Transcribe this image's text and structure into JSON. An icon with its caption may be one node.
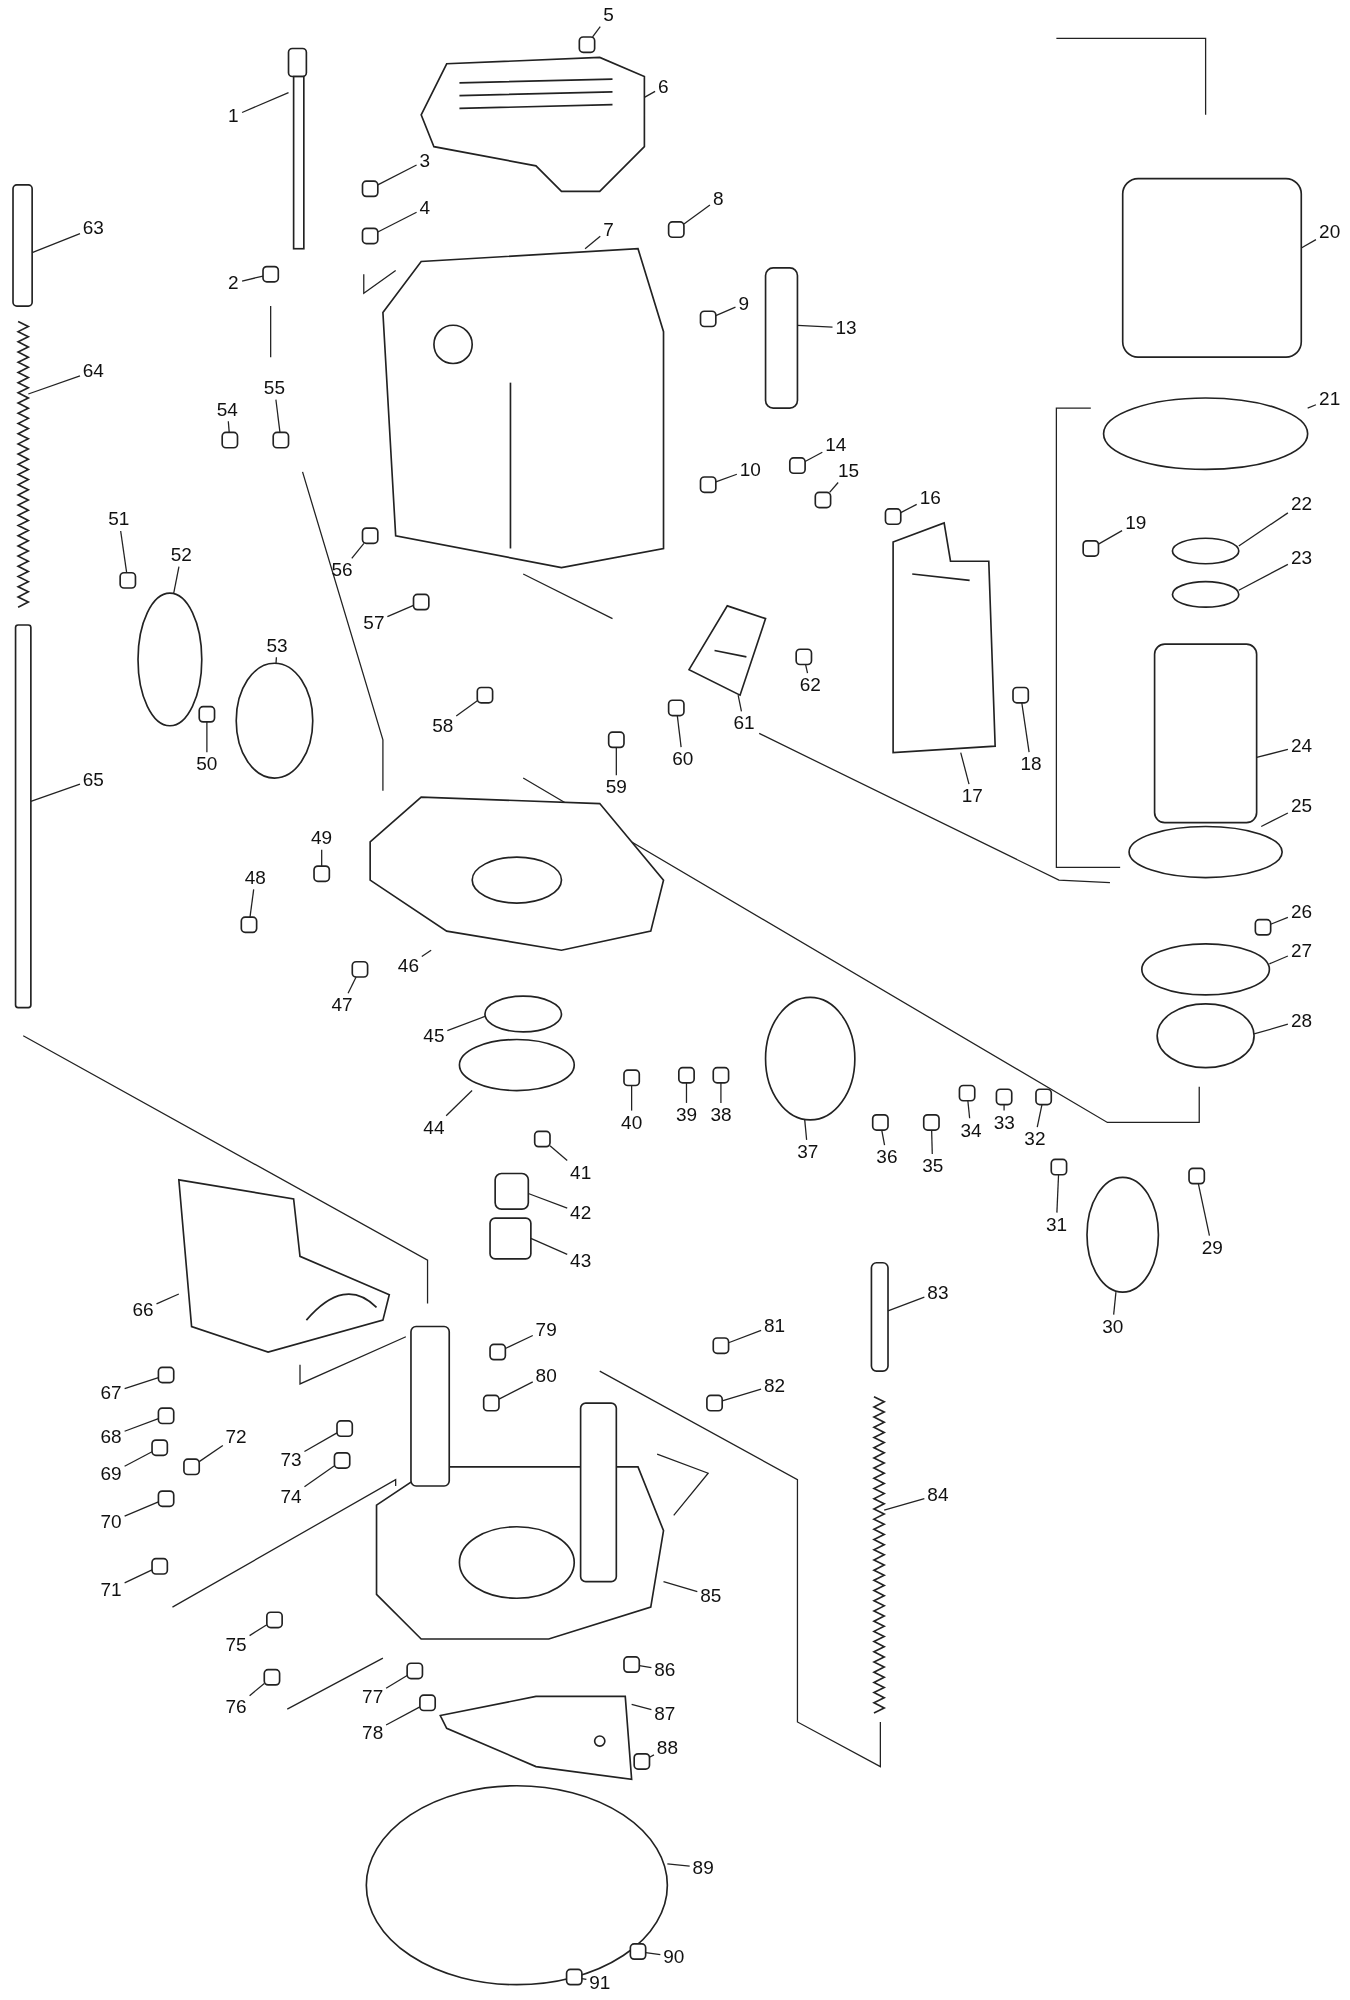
{
  "diagram": {
    "nodes": [
      {
        "text": [
          "1"
        ]
      },
      {
        "text": [
          "2"
        ]
      },
      {
        "text": [
          "3"
        ]
      },
      {
        "text": [
          "4"
        ]
      },
      {
        "text": [
          "5"
        ]
      },
      {
        "text": [
          "6"
        ]
      },
      {
        "text": [
          "7"
        ]
      },
      {
        "text": [
          "8"
        ]
      },
      {
        "text": [
          "9"
        ]
      },
      {
        "text": [
          "10"
        ]
      },
      {
        "text": [
          "13"
        ]
      },
      {
        "text": [
          "14"
        ]
      },
      {
        "text": [
          "15"
        ]
      },
      {
        "text": [
          "16"
        ]
      },
      {
        "text": [
          "17"
        ]
      },
      {
        "text": [
          "18"
        ]
      },
      {
        "text": [
          "19"
        ]
      },
      {
        "text": [
          "20"
        ]
      },
      {
        "text": [
          "21"
        ]
      },
      {
        "text": [
          "22"
        ]
      },
      {
        "text": [
          "23"
        ]
      },
      {
        "text": [
          "24"
        ]
      },
      {
        "text": [
          "25"
        ]
      },
      {
        "text": [
          "26"
        ]
      },
      {
        "text": [
          "27"
        ]
      },
      {
        "text": [
          "28"
        ]
      },
      {
        "text": [
          "29"
        ]
      },
      {
        "text": [
          "30"
        ]
      },
      {
        "text": [
          "31"
        ]
      },
      {
        "text": [
          "32"
        ]
      },
      {
        "text": [
          "33"
        ]
      },
      {
        "text": [
          "34"
        ]
      },
      {
        "text": [
          "35"
        ]
      },
      {
        "text": [
          "36"
        ]
      },
      {
        "text": [
          "37"
        ]
      },
      {
        "text": [
          "38"
        ]
      },
      {
        "text": [
          "39"
        ]
      },
      {
        "text": [
          "40"
        ]
      },
      {
        "text": [
          "41"
        ]
      },
      {
        "text": [
          "42"
        ]
      },
      {
        "text": [
          "43"
        ]
      },
      {
        "text": [
          "44"
        ]
      },
      {
        "text": [
          "45"
        ]
      },
      {
        "text": [
          "46"
        ]
      },
      {
        "text": [
          "47"
        ]
      },
      {
        "text": [
          "48"
        ]
      },
      {
        "text": [
          "49"
        ]
      },
      {
        "text": [
          "50"
        ]
      },
      {
        "text": [
          "51"
        ]
      },
      {
        "text": [
          "52"
        ]
      },
      {
        "text": [
          "53"
        ]
      },
      {
        "text": [
          "54"
        ]
      },
      {
        "text": [
          "55"
        ]
      },
      {
        "text": [
          "56"
        ]
      },
      {
        "text": [
          "57"
        ]
      },
      {
        "text": [
          "58"
        ]
      },
      {
        "text": [
          "59"
        ]
      },
      {
        "text": [
          "60"
        ]
      },
      {
        "text": [
          "61"
        ]
      },
      {
        "text": [
          "62"
        ]
      },
      {
        "text": [
          "63"
        ]
      },
      {
        "text": [
          "64"
        ]
      },
      {
        "text": [
          "65"
        ]
      },
      {
        "text": [
          "66"
        ]
      },
      {
        "text": [
          "67"
        ]
      },
      {
        "text": [
          "68"
        ]
      },
      {
        "text": [
          "69"
        ]
      },
      {
        "text": [
          "70"
        ]
      },
      {
        "text": [
          "71"
        ]
      },
      {
        "text": [
          "72"
        ]
      },
      {
        "text": [
          "73"
        ]
      },
      {
        "text": [
          "74"
        ]
      },
      {
        "text": [
          "75"
        ]
      },
      {
        "text": [
          "76"
        ]
      },
      {
        "text": [
          "77"
        ]
      },
      {
        "text": [
          "78"
        ]
      },
      {
        "text": [
          "79"
        ]
      },
      {
        "text": [
          "80"
        ]
      },
      {
        "text": [
          "81"
        ]
      },
      {
        "text": [
          "82"
        ]
      },
      {
        "text": [
          "83"
        ]
      },
      {
        "text": [
          "84"
        ]
      },
      {
        "text": [
          "85"
        ]
      },
      {
        "text": [
          "86"
        ]
      },
      {
        "text": [
          "87"
        ]
      },
      {
        "text": [
          "88"
        ]
      },
      {
        "text": [
          "89"
        ]
      },
      {
        "text": [
          "90"
        ]
      },
      {
        "text": [
          "91"
        ]
      },
      {
        "text": [],
        "shape": "picture"
      },
      {
        "text": [],
        "shape": "box"
      },
      {
        "text": [],
        "shape": "box"
      },
      {
        "text": [],
        "shape": "box"
      },
      {
        "text": [],
        "shape": "box"
      },
      {
        "text": [],
        "shape": "picture"
      },
      {
        "text": [],
        "shape": "picture"
      },
      {
        "text": [],
        "shape": "box"
      },
      {
        "text": [],
        "shape": "box"
      },
      {
        "text": [],
        "shape": "box"
      },
      {
        "text": [],
        "shape": "box"
      },
      {
        "text": [],
        "shape": "box"
      },
      {
        "text": [],
        "shape": "box"
      },
      {
        "text": [],
        "shape": "box"
      },
      {
        "text": [],
        "shape": "picture"
      },
      {
        "text": [],
        "shape": "box"
      },
      {
        "text": [],
        "shape": "box"
      },
      {
        "text": [],
        "shape": "box"
      },
      {
        "text": [],
        "shape": "ellipse"
      },
      {
        "text": [],
        "shape": "ellipse"
      },
      {
        "text": [],
        "shape": "ellipse"
      },
      {
        "text": [],
        "shape": "box"
      },
      {
        "text": [],
        "shape": "ellipse"
      },
      {
        "text": [],
        "shape": "box"
      },
      {
        "text": [],
        "shape": "ellipse"
      },
      {
        "text": [],
        "shape": "ellipse"
      },
      {
        "text": [],
        "shape": "box"
      },
      {
        "text": [],
        "shape": "ellipse"
      },
      {
        "text": [],
        "shape": "box"
      },
      {
        "text": [],
        "shape": "box"
      },
      {
        "text": [],
        "shape": "box"
      },
      {
        "text": [],
        "shape": "box"
      },
      {
        "text": [],
        "shape": "box"
      },
      {
        "text": [],
        "shape": "box"
      },
      {
        "text": [],
        "shape": "ellipse"
      },
      {
        "text": [],
        "shape": "box"
      },
      {
        "text": [],
        "shape": "box"
      },
      {
        "text": [],
        "shape": "box"
      },
      {
        "text": [],
        "shape": "box"
      },
      {
        "text": [],
        "shape": "box"
      },
      {
        "text": [],
        "shape": "box"
      },
      {
        "text": [],
        "shape": "ellipse"
      },
      {
        "text": [],
        "shape": "ellipse"
      },
      {
        "text": [],
        "shape": "picture"
      },
      {
        "text": [],
        "shape": "box"
      },
      {
        "text": [],
        "shape": "box"
      },
      {
        "text": [],
        "shape": "box"
      },
      {
        "text": [],
        "shape": "box"
      },
      {
        "text": [],
        "shape": "box"
      },
      {
        "text": [],
        "shape": "ellipse"
      },
      {
        "text": [],
        "shape": "ellipse"
      },
      {
        "text": [],
        "shape": "box"
      },
      {
        "text": [],
        "shape": "box"
      },
      {
        "text": [],
        "shape": "box"
      },
      {
        "text": [],
        "shape": "box"
      },
      {
        "text": [],
        "shape": "box"
      },
      {
        "text": [],
        "shape": "box"
      },
      {
        "text": [],
        "shape": "box"
      },
      {
        "text": [],
        "shape": "picture"
      },
      {
        "text": [],
        "shape": "box"
      },
      {
        "text": [],
        "shape": "box"
      },
      {
        "text": [],
        "shape": "picture"
      },
      {
        "text": [],
        "shape": "box"
      },
      {
        "text": [],
        "shape": "picture"
      },
      {
        "text": [],
        "shape": "box"
      },
      {
        "text": [],
        "shape": "box"
      },
      {
        "text": [],
        "shape": "box"
      },
      {
        "text": [],
        "shape": "box"
      },
      {
        "text": [],
        "shape": "box"
      },
      {
        "text": [],
        "shape": "box"
      },
      {
        "text": [],
        "shape": "box"
      },
      {
        "text": [],
        "shape": "box"
      },
      {
        "text": [],
        "shape": "box"
      },
      {
        "text": [],
        "shape": "box"
      },
      {
        "text": [],
        "shape": "box"
      },
      {
        "text": [],
        "shape": "box"
      },
      {
        "text": [],
        "shape": "box"
      },
      {
        "text": [],
        "shape": "box"
      },
      {
        "text": [],
        "shape": "box"
      },
      {
        "text": [],
        "shape": "box"
      },
      {
        "text": [],
        "shape": "box"
      },
      {
        "text": [],
        "shape": "picture"
      },
      {
        "text": [],
        "shape": "picture"
      },
      {
        "text": [],
        "shape": "box"
      },
      {
        "text": [],
        "shape": "picture"
      },
      {
        "text": [],
        "shape": "box"
      },
      {
        "text": [],
        "shape": "ellipse"
      },
      {
        "text": [],
        "shape": "box"
      },
      {
        "text": [],
        "shape": "box"
      }
    ],
    "edges": [
      {
        "from": 0,
        "to": 89,
        "arrow": "none"
      },
      {
        "from": 1,
        "to": 90,
        "arrow": "none"
      },
      {
        "from": 2,
        "to": 91,
        "arrow": "none"
      },
      {
        "from": 3,
        "to": 92,
        "arrow": "none"
      },
      {
        "from": 4,
        "to": 93,
        "arrow": "none"
      },
      {
        "from": 5,
        "to": 94,
        "arrow": "none"
      },
      {
        "from": 6,
        "to": 95,
        "arrow": "none"
      },
      {
        "from": 7,
        "to": 96,
        "arrow": "none"
      },
      {
        "from": 8,
        "to": 97,
        "arrow": "none"
      },
      {
        "from": 9,
        "to": 98,
        "arrow": "none"
      },
      {
        "from": 10,
        "to": 99,
        "arrow": "none"
      },
      {
        "from": 11,
        "to": 100,
        "arrow": "none"
      },
      {
        "from": 12,
        "to": 101,
        "arrow": "none"
      },
      {
        "from": 13,
        "to": 102,
        "arrow": "none"
      },
      {
        "from": 14,
        "to": 103,
        "arrow": "none"
      },
      {
        "from": 15,
        "to": 104,
        "arrow": "none"
      },
      {
        "from": 16,
        "to": 105,
        "arrow": "none"
      },
      {
        "from": 17,
        "to": 106,
        "arrow": "none"
      },
      {
        "from": 18,
        "to": 107,
        "arrow": "none"
      },
      {
        "from": 19,
        "to": 108,
        "arrow": "none"
      },
      {
        "from": 20,
        "to": 109,
        "arrow": "none"
      },
      {
        "from": 21,
        "to": 110,
        "arrow": "none"
      },
      {
        "from": 22,
        "to": 111,
        "arrow": "none"
      },
      {
        "from": 23,
        "to": 112,
        "arrow": "none"
      },
      {
        "from": 24,
        "to": 113,
        "arrow": "none"
      },
      {
        "from": 25,
        "to": 114,
        "arrow": "none"
      },
      {
        "from": 26,
        "to": 115,
        "arrow": "none"
      },
      {
        "from": 27,
        "to": 116,
        "arrow": "none"
      },
      {
        "from": 28,
        "to": 117,
        "arrow": "none"
      },
      {
        "from": 29,
        "to": 118,
        "arrow": "none"
      },
      {
        "from": 30,
        "to": 119,
        "arrow": "none"
      },
      {
        "from": 31,
        "to": 120,
        "arrow": "none"
      },
      {
        "from": 32,
        "to": 121,
        "arrow": "none"
      },
      {
        "from": 33,
        "to": 122,
        "arrow": "none"
      },
      {
        "from": 34,
        "to": 123,
        "arrow": "none"
      },
      {
        "from": 35,
        "to": 124,
        "arrow": "none"
      },
      {
        "from": 36,
        "to": 125,
        "arrow": "none"
      },
      {
        "from": 37,
        "to": 126,
        "arrow": "none"
      },
      {
        "from": 38,
        "to": 127,
        "arrow": "none"
      },
      {
        "from": 39,
        "to": 128,
        "arrow": "none"
      },
      {
        "from": 40,
        "to": 129,
        "arrow": "none"
      },
      {
        "from": 41,
        "to": 130,
        "arrow": "none"
      },
      {
        "from": 42,
        "to": 131,
        "arrow": "none"
      },
      {
        "from": 43,
        "to": 132,
        "arrow": "none"
      },
      {
        "from": 44,
        "to": 133,
        "arrow": "none"
      },
      {
        "from": 45,
        "to": 134,
        "arrow": "none"
      },
      {
        "from": 46,
        "to": 135,
        "arrow": "none"
      },
      {
        "from": 47,
        "to": 136,
        "arrow": "none"
      },
      {
        "from": 48,
        "to": 137,
        "arrow": "none"
      },
      {
        "from": 49,
        "to": 138,
        "arrow": "none"
      },
      {
        "from": 50,
        "to": 139,
        "arrow": "none"
      },
      {
        "from": 51,
        "to": 140,
        "arrow": "none"
      },
      {
        "from": 52,
        "to": 141,
        "arrow": "none"
      },
      {
        "from": 53,
        "to": 142,
        "arrow": "none"
      },
      {
        "from": 54,
        "to": 143,
        "arrow": "none"
      },
      {
        "from": 55,
        "to": 144,
        "arrow": "none"
      },
      {
        "from": 56,
        "to": 145,
        "arrow": "none"
      },
      {
        "from": 57,
        "to": 146,
        "arrow": "none"
      },
      {
        "from": 58,
        "to": 147,
        "arrow": "none"
      },
      {
        "from": 59,
        "to": 148,
        "arrow": "none"
      },
      {
        "from": 60,
        "to": 149,
        "arrow": "none"
      },
      {
        "from": 61,
        "to": 150,
        "arrow": "none"
      },
      {
        "from": 62,
        "to": 151,
        "arrow": "none"
      },
      {
        "from": 63,
        "to": 152,
        "arrow": "none"
      },
      {
        "from": 64,
        "to": 153,
        "arrow": "none"
      },
      {
        "from": 65,
        "to": 154,
        "arrow": "none"
      },
      {
        "from": 66,
        "to": 155,
        "arrow": "none"
      },
      {
        "from": 67,
        "to": 156,
        "arrow": "none"
      },
      {
        "from": 68,
        "to": 157,
        "arrow": "none"
      },
      {
        "from": 69,
        "to": 158,
        "arrow": "none"
      },
      {
        "from": 70,
        "to": 159,
        "arrow": "none"
      },
      {
        "from": 71,
        "to": 160,
        "arrow": "none"
      },
      {
        "from": 72,
        "to": 161,
        "arrow": "none"
      },
      {
        "from": 73,
        "to": 162,
        "arrow": "none"
      },
      {
        "from": 74,
        "to": 163,
        "arrow": "none"
      },
      {
        "from": 75,
        "to": 164,
        "arrow": "none"
      },
      {
        "from": 76,
        "to": 165,
        "arrow": "none"
      },
      {
        "from": 77,
        "to": 166,
        "arrow": "none"
      },
      {
        "from": 78,
        "to": 167,
        "arrow": "none"
      },
      {
        "from": 79,
        "to": 168,
        "arrow": "none"
      },
      {
        "from": 80,
        "to": 169,
        "arrow": "none"
      },
      {
        "from": 81,
        "to": 170,
        "arrow": "none"
      },
      {
        "from": 82,
        "to": 171,
        "arrow": "none"
      },
      {
        "from": 83,
        "to": 172,
        "arrow": "none"
      },
      {
        "from": 84,
        "to": 173,
        "arrow": "none"
      },
      {
        "from": 85,
        "to": 174,
        "arrow": "none"
      },
      {
        "from": 86,
        "to": 175,
        "arrow": "none"
      },
      {
        "from": 87,
        "to": 176,
        "arrow": "none"
      },
      {
        "from": 88,
        "to": 177,
        "arrow": "none"
      }
    ]
  }
}
